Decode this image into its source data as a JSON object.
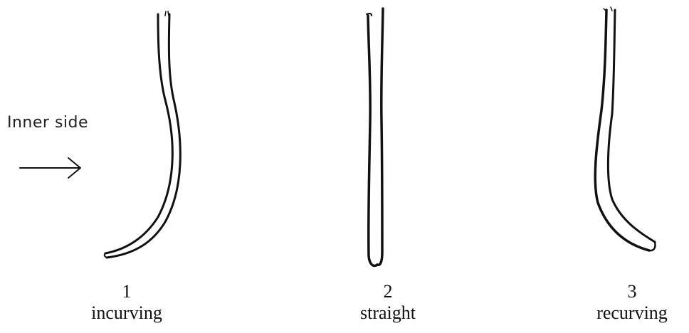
{
  "annotation": {
    "label": "Inner side",
    "arrow_icon": "right-arrow-icon"
  },
  "shapes": [
    {
      "number": "1",
      "name": "incurving"
    },
    {
      "number": "2",
      "name": "straight"
    },
    {
      "number": "3",
      "name": "recurving"
    }
  ],
  "colors": {
    "stroke": "#111111",
    "background": "#ffffff"
  }
}
